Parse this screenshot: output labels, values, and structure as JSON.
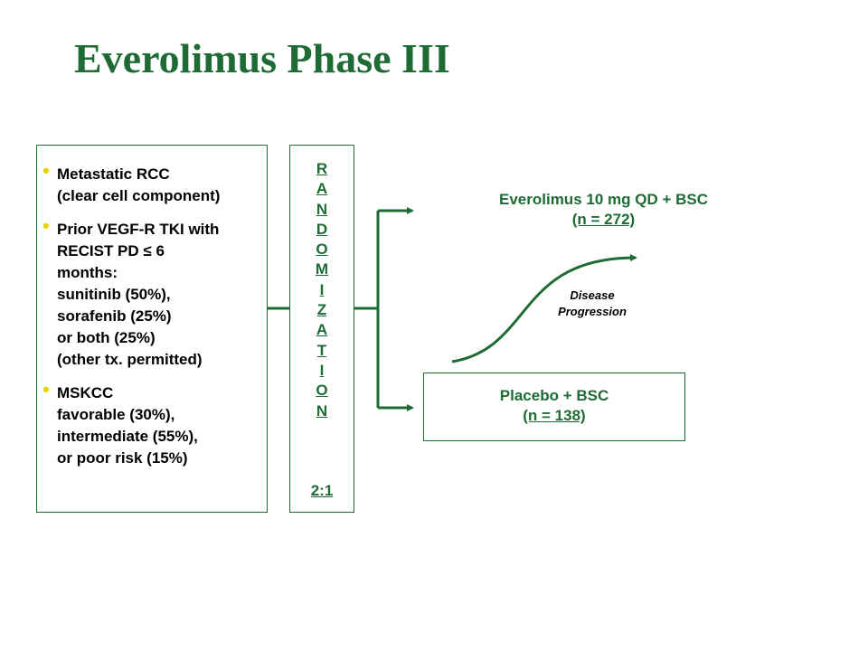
{
  "title": "Everolimus Phase III",
  "eligibility": [
    {
      "lines": [
        "Metastatic RCC",
        "(clear cell component)"
      ]
    },
    {
      "lines": [
        "Prior VEGF-R TKI with",
        "RECIST PD ≤ 6",
        "months:",
        "sunitinib (50%),",
        "sorafenib (25%)",
        "or both (25%)",
        "(other tx. permitted)"
      ]
    },
    {
      "lines": [
        "MSKCC",
        "favorable (30%),",
        "intermediate (55%),",
        "or poor risk (15%)"
      ]
    }
  ],
  "randomization": {
    "letters": [
      "R",
      "A",
      "N",
      "D",
      "O",
      "M",
      "I",
      "Z",
      "A",
      "T",
      "I",
      "O",
      "N"
    ],
    "ratio": "2:1"
  },
  "arms": {
    "everolimus": {
      "label": "Everolimus 10 mg QD + BSC",
      "n": "(n = 272)"
    },
    "placebo": {
      "label": "Placebo + BSC",
      "n": "(n = 138)"
    }
  },
  "crossover": {
    "line1": "Disease",
    "line2": "Progression"
  },
  "colors": {
    "primary": "#1e6b35",
    "bullet": "#e8d600"
  }
}
